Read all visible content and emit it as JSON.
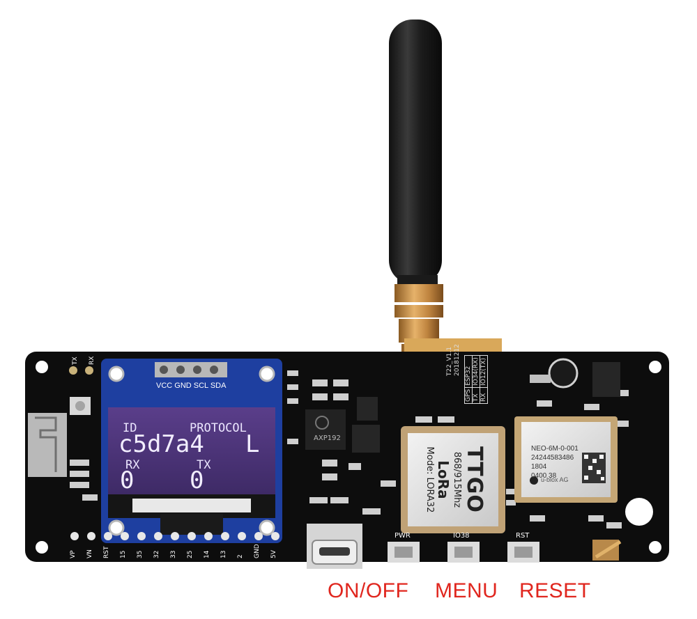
{
  "oled": {
    "header": "VCC GND SCL SDA",
    "id_label": "ID",
    "protocol_label": "PROTOCOL",
    "id_value": "c5d7a4",
    "protocol_value": "L",
    "rx_label": "RX",
    "tx_label": "TX",
    "rx_value": "0",
    "tx_value": "0"
  },
  "lora_module": {
    "brand": "TTGO",
    "freq": "868/915Mhz",
    "lora": "LoRa",
    "mode": "Mode: LORA32"
  },
  "gps_module": {
    "model": "NEO-6M-0-001",
    "serial": "24244583486",
    "line3": "1804",
    "line4": "0400 38",
    "maker": "u-blox AG"
  },
  "pmu_chip": "AXP192",
  "board_rev": [
    "T22_V1.1",
    "20181212"
  ],
  "pin_table": [
    [
      "GPS",
      "ESP32"
    ],
    [
      "TX",
      "IO34(RX)"
    ],
    [
      "RX",
      "IO12(TX)"
    ]
  ],
  "bottom_pins": [
    "VP",
    "VN",
    "RST",
    "15",
    "35",
    "32",
    "33",
    "25",
    "14",
    "13",
    "2",
    "GND",
    "5V"
  ],
  "top_pins": [
    "TX",
    "RX"
  ],
  "button_labels": {
    "pwr": "PWR",
    "io38": "IO38",
    "rst": "RST"
  },
  "captions": {
    "onoff": "ON/OFF",
    "menu": "MENU",
    "reset": "RESET"
  }
}
